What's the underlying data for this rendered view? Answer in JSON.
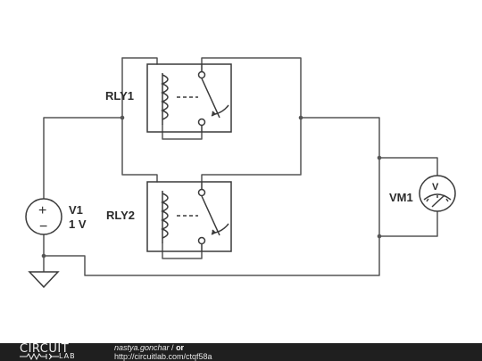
{
  "components": {
    "relay1": {
      "label": "RLY1"
    },
    "relay2": {
      "label": "RLY2"
    },
    "source": {
      "name": "V1",
      "value": "1 V",
      "plus": "+",
      "minus": "−"
    },
    "voltmeter": {
      "name": "VM1",
      "symbol": "V"
    }
  },
  "footer": {
    "logo_top": "CIRCUIT",
    "logo_bottom": "LAB",
    "author": "nastya.gonchar",
    "separator": " / ",
    "title": "or",
    "url": "http://circuitlab.com/ctqf58a"
  },
  "colors": {
    "wire": "#555555",
    "component": "#3a3a3a",
    "footer_bg": "#1f1f1f"
  }
}
